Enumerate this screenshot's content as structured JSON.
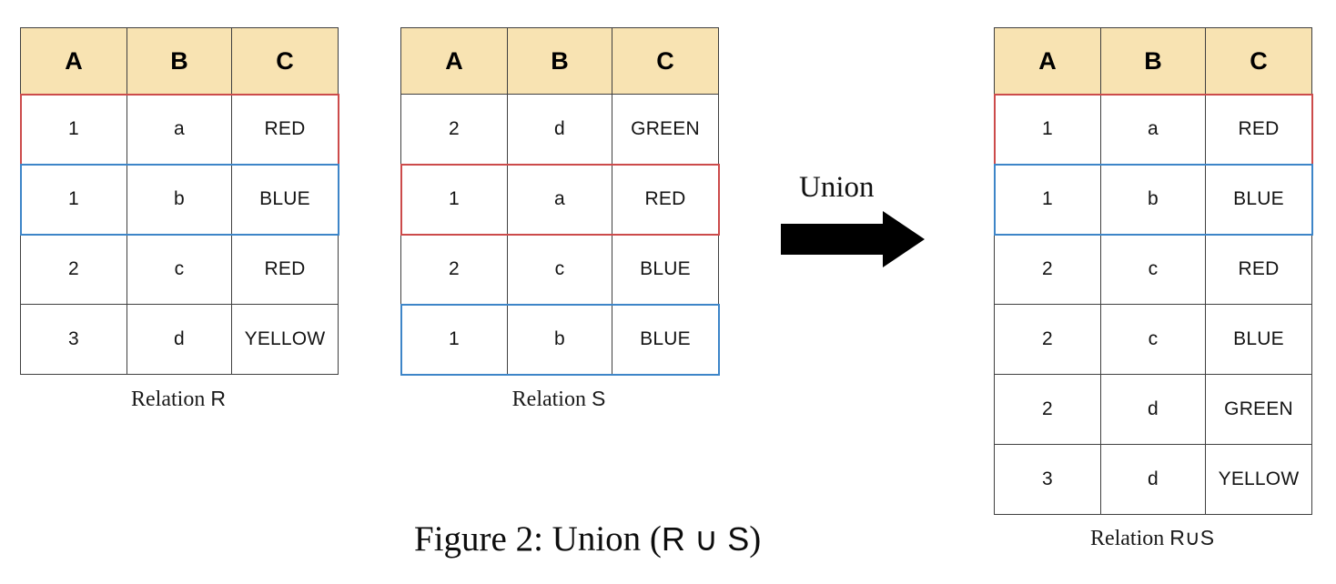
{
  "figure": {
    "caption_prefix": "Figure 2: Union (",
    "caption_operands": "R ∪ S",
    "caption_suffix": ")"
  },
  "operator": {
    "label": "Union",
    "symbol": "∪",
    "arrow_icon": "right-arrow-icon",
    "arrow_color": "#000000"
  },
  "colors": {
    "header_fill": "#f8e3b2",
    "grid_line": "#3f3f3f",
    "highlight_red": "#cc4b4b",
    "highlight_blue": "#3d85c8",
    "text": "#141414"
  },
  "tables": {
    "R": {
      "label_prefix": "Relation ",
      "label_name": "R",
      "columns": [
        "A",
        "B",
        "C"
      ],
      "rows": [
        {
          "A": "1",
          "B": "a",
          "C": "RED",
          "highlight": "red"
        },
        {
          "A": "1",
          "B": "b",
          "C": "BLUE",
          "highlight": "blue"
        },
        {
          "A": "2",
          "B": "c",
          "C": "RED",
          "highlight": "none"
        },
        {
          "A": "3",
          "B": "d",
          "C": "YELLOW",
          "highlight": "none"
        }
      ]
    },
    "S": {
      "label_prefix": "Relation ",
      "label_name": "S",
      "columns": [
        "A",
        "B",
        "C"
      ],
      "rows": [
        {
          "A": "2",
          "B": "d",
          "C": "GREEN",
          "highlight": "none"
        },
        {
          "A": "1",
          "B": "a",
          "C": "RED",
          "highlight": "red"
        },
        {
          "A": "2",
          "B": "c",
          "C": "BLUE",
          "highlight": "none"
        },
        {
          "A": "1",
          "B": "b",
          "C": "BLUE",
          "highlight": "blue"
        }
      ]
    },
    "RUS": {
      "label_prefix": "Relation ",
      "label_name": "R∪S",
      "columns": [
        "A",
        "B",
        "C"
      ],
      "rows": [
        {
          "A": "1",
          "B": "a",
          "C": "RED",
          "highlight": "red"
        },
        {
          "A": "1",
          "B": "b",
          "C": "BLUE",
          "highlight": "blue"
        },
        {
          "A": "2",
          "B": "c",
          "C": "RED",
          "highlight": "none"
        },
        {
          "A": "2",
          "B": "c",
          "C": "BLUE",
          "highlight": "none"
        },
        {
          "A": "2",
          "B": "d",
          "C": "GREEN",
          "highlight": "none"
        },
        {
          "A": "3",
          "B": "d",
          "C": "YELLOW",
          "highlight": "none"
        }
      ]
    }
  }
}
